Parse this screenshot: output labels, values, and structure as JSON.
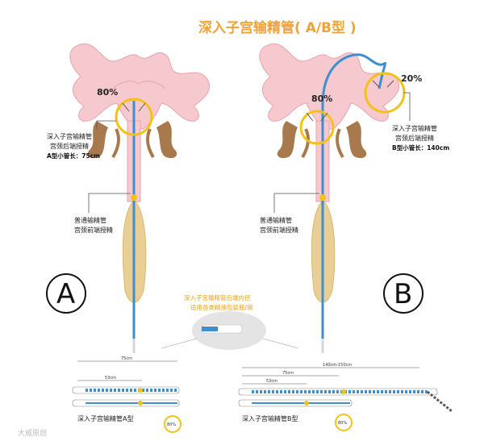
{
  "title": "深入子宫输精管( A/B型 )",
  "left": {
    "letter": "A",
    "percent": "80%",
    "deep_label_1": "深入子宫输精管",
    "deep_label_2": "宫颈后端授精",
    "tube_length": "A型小管长：75cm",
    "normal_label_1": "普通输精管",
    "normal_label_2": "宫颈前端授精"
  },
  "right": {
    "letter": "B",
    "percent_main": "80%",
    "percent_side": "20%",
    "deep_label_1": "深入子宫输精管",
    "deep_label_2": "宫颈后端授精",
    "tube_length": "B型小管长：140cm",
    "normal_label_1": "普通输精管",
    "normal_label_2": "宫颈前端授精"
  },
  "center_note_1": "深入子宫输精管后端内径",
  "center_note_2": "适用各类精液包装瓶/袋",
  "bottom_left": {
    "dim_outer": "75cm",
    "dim_inner": "53cm",
    "caption": "深入子宫输精管A型",
    "badge": "80%"
  },
  "bottom_right": {
    "dim_outer": "140cm-150cm",
    "dim_mid": "75cm",
    "dim_inner": "53cm",
    "caption": "深入子宫输精管B型",
    "badge": "80%"
  },
  "watermark": "大威原创",
  "colors": {
    "title": "#f0a23a",
    "uterus": "#f6c9cf",
    "tube": "#3f8fd0",
    "body_tan": "#e9cf96",
    "ring": "#f2c21a",
    "ovary": "#a8794c"
  }
}
